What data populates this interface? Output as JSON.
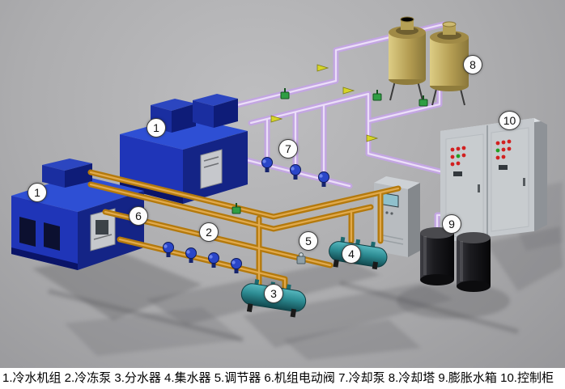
{
  "caption": {
    "text": "1.冷水机组 2.冷冻泵 3.分水器 4.集水器 5.调节器 6.机组电动阀 7.冷却泵 8.冷却塔 9.膨胀水箱 10.控制柜"
  },
  "badges": [
    {
      "text": "1"
    },
    {
      "text": "1"
    },
    {
      "text": "2"
    },
    {
      "text": "3"
    },
    {
      "text": "4"
    },
    {
      "text": "5"
    },
    {
      "text": "6"
    },
    {
      "text": "7"
    },
    {
      "text": "8"
    },
    {
      "text": "9"
    },
    {
      "text": "10"
    }
  ],
  "legend": [
    {
      "num": "1",
      "label": "冷水机组"
    },
    {
      "num": "2",
      "label": "冷冻泵"
    },
    {
      "num": "3",
      "label": "分水器"
    },
    {
      "num": "4",
      "label": "集水器"
    },
    {
      "num": "5",
      "label": "调节器"
    },
    {
      "num": "6",
      "label": "机组电动阀"
    },
    {
      "num": "7",
      "label": "冷却泵"
    },
    {
      "num": "8",
      "label": "冷却塔"
    },
    {
      "num": "9",
      "label": "膨胀水箱"
    },
    {
      "num": "10",
      "label": "控制柜"
    }
  ],
  "colors": {
    "pipe_orange": "#b4790c",
    "pipe_purple": "#c3a6e2",
    "chiller_blue": "#1f35b8",
    "tank_teal": "#2d8c93",
    "tower_tan": "#c0aa5e",
    "cabinet_gray": "#c5c9cd",
    "expansion_dark": "#2a2a2e",
    "pump_blue": "#2a46c8",
    "valve_green": "#2f9e44",
    "caption_bg": "#ffffff",
    "caption_text": "#000000"
  }
}
